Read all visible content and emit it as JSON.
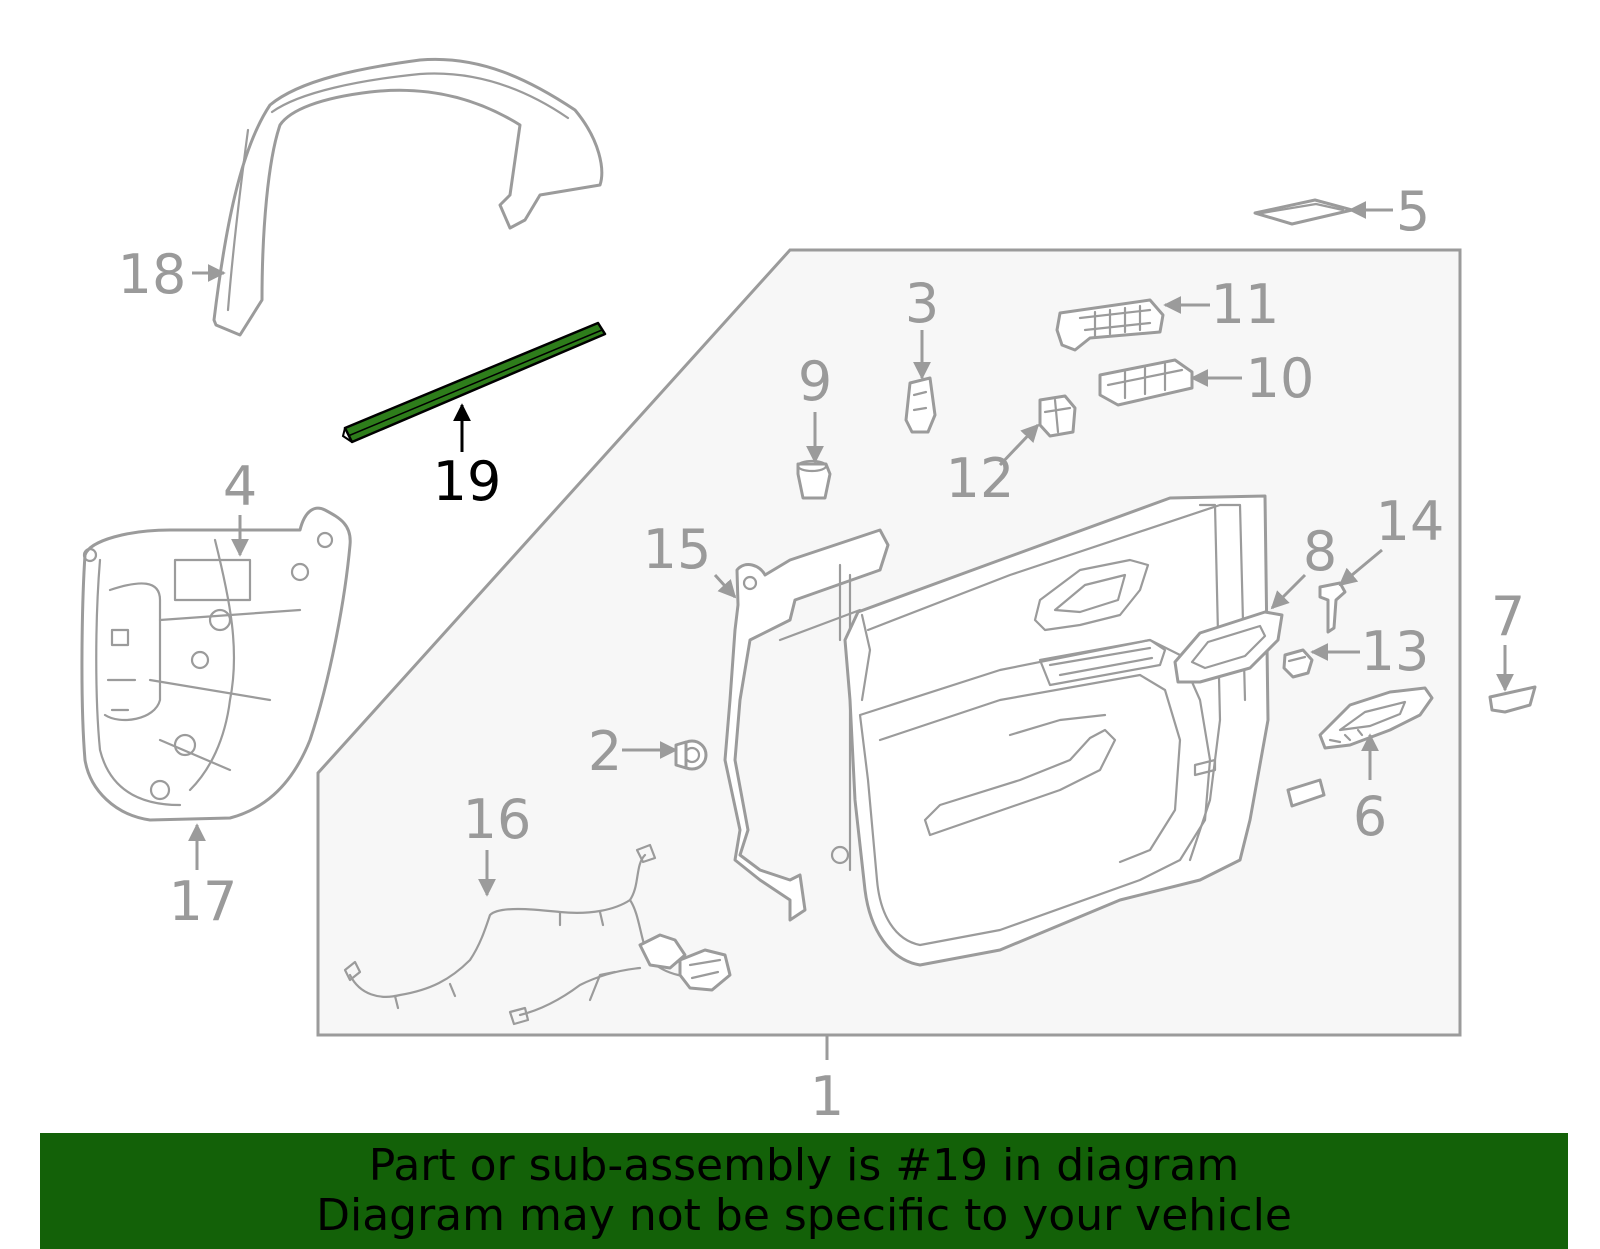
{
  "colors": {
    "highlight": "#2e7d1b",
    "highlight_outline": "#000000",
    "line_art": "#9b9b9b",
    "panel_fill": "#f7f7f7",
    "banner_background": "#136108",
    "banner_text": "#000000"
  },
  "callouts": {
    "c1": "1",
    "c2": "2",
    "c3": "3",
    "c4": "4",
    "c5": "5",
    "c6": "6",
    "c7": "7",
    "c8": "8",
    "c9": "9",
    "c10": "10",
    "c11": "11",
    "c12": "12",
    "c13": "13",
    "c14": "14",
    "c15": "15",
    "c16": "16",
    "c17": "17",
    "c18": "18",
    "c19": "19"
  },
  "highlighted_part": "19",
  "banner": {
    "line1": "Part or sub-assembly is #19 in diagram",
    "line2": "Diagram may not be specific to your vehicle"
  }
}
